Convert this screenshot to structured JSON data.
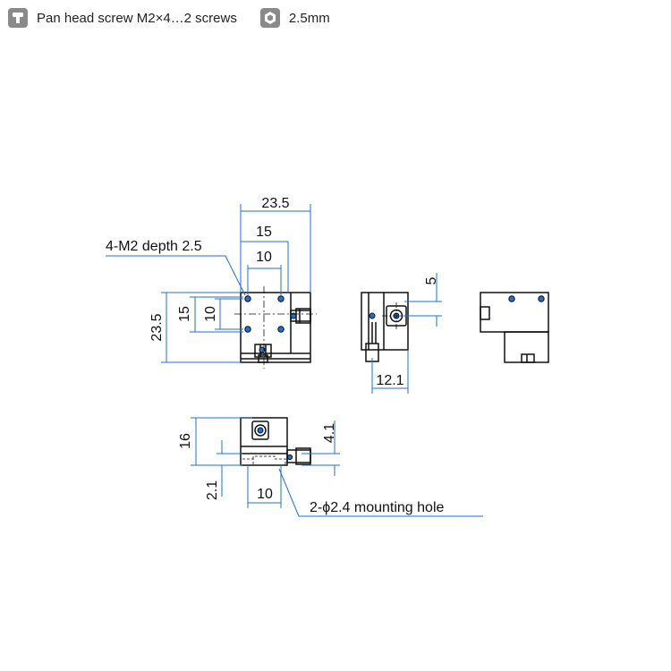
{
  "legend": {
    "screw": {
      "icon": "pan-head-screw-icon",
      "label": "Pan head screw M2×4…2 screws"
    },
    "hex": {
      "icon": "hex-wrench-icon",
      "label": "2.5mm"
    }
  },
  "dimensions": {
    "top_width": "23.5",
    "hole_pitch_outer": "15",
    "hole_pitch_inner": "10",
    "left_height": "23.5",
    "left_outer": "15",
    "left_inner": "10",
    "side_offset": "5",
    "side_depth": "12.1",
    "bottom_height": "16",
    "bottom_offset": "4.1",
    "base_thickness": "2.1",
    "mount_pitch": "10"
  },
  "callouts": {
    "tapped_holes": "4-M2 depth 2.5",
    "mounting_holes": "2-ϕ2.4 mounting hole"
  },
  "colors": {
    "dimension_line": "#1e6fd6",
    "part_line": "#111111",
    "badge": "#8a8a8a"
  }
}
